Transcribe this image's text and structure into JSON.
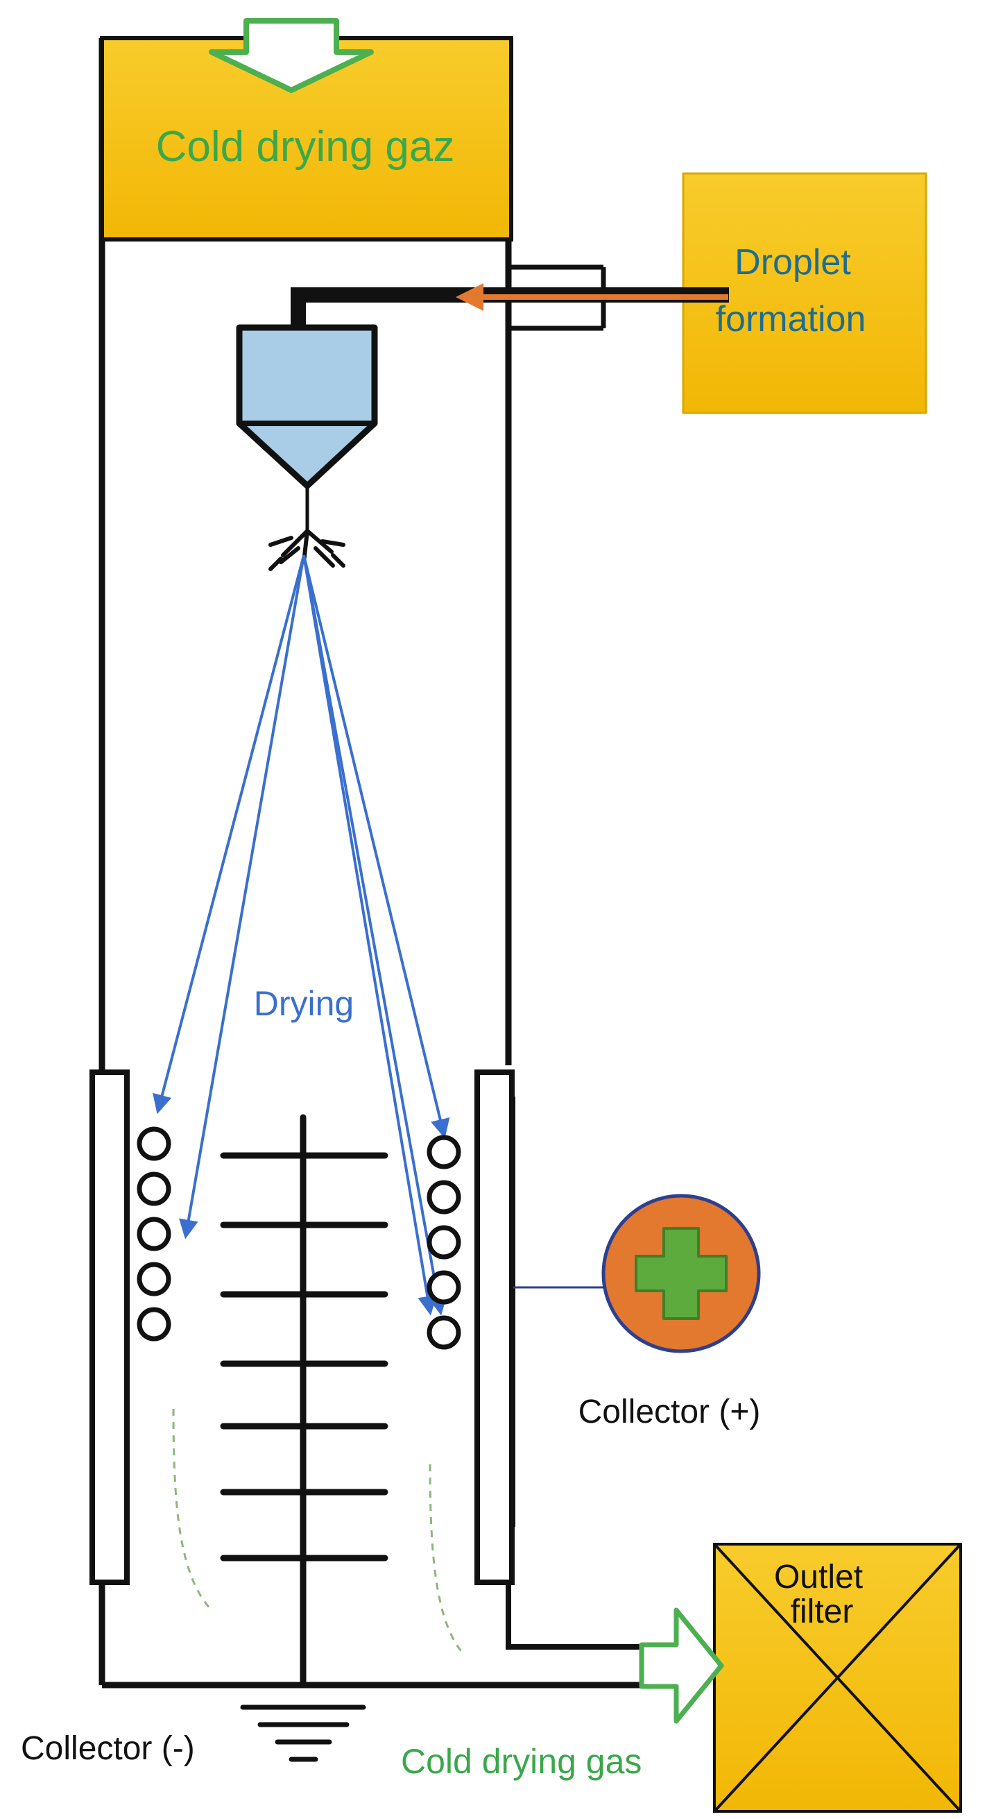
{
  "labels": {
    "top_gas": "Cold drying gaz",
    "droplet_line1": "Droplet",
    "droplet_line2": "formation",
    "drying": "Drying",
    "collector_pos": "Collector (+)",
    "collector_neg": "Collector (-)",
    "outlet_line1": "Outlet",
    "outlet_line2": "filter",
    "bottom_gas": "Cold drying gas"
  },
  "colors": {
    "gold": "#f5c116",
    "gold_dark": "#e0a800",
    "green": "#4caf50",
    "green_text": "#3aa84a",
    "teal_text": "#1f6d8e",
    "blue": "#3a6fcf",
    "orange": "#e3782f",
    "liquid": "#a9cde6",
    "plus_bg": "#e3782f",
    "plus_fg": "#5cab3c",
    "plus_ring": "#2e3f8f"
  },
  "icons": [
    "down-arrow-icon",
    "right-arrow-icon",
    "nozzle-icon",
    "ground-icon",
    "plus-icon",
    "cross-icon",
    "coil-icon"
  ]
}
